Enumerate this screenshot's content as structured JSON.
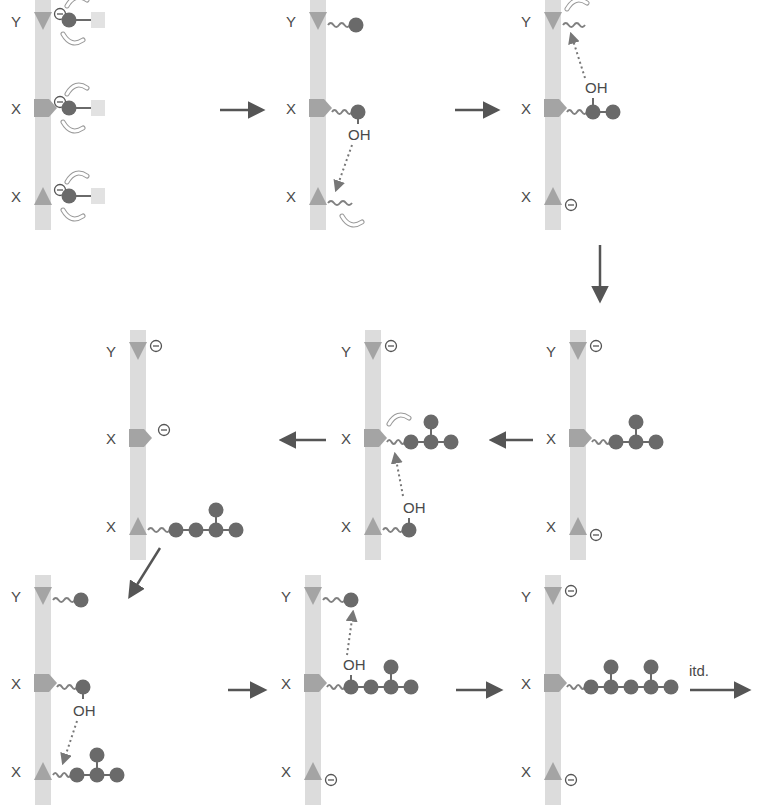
{
  "diagram": {
    "labels": [
      "Y",
      "X",
      "X",
      "Y",
      "X",
      "OH",
      "X",
      "Y",
      "OH",
      "X",
      "X",
      "Y",
      "X",
      "X",
      "Y",
      "X",
      "OH",
      "X",
      "Y",
      "X",
      "X",
      "Y",
      "X",
      "OH",
      "X",
      "Y",
      "OH",
      "X",
      "X",
      "Y",
      "X",
      "X",
      "itd."
    ]
  }
}
